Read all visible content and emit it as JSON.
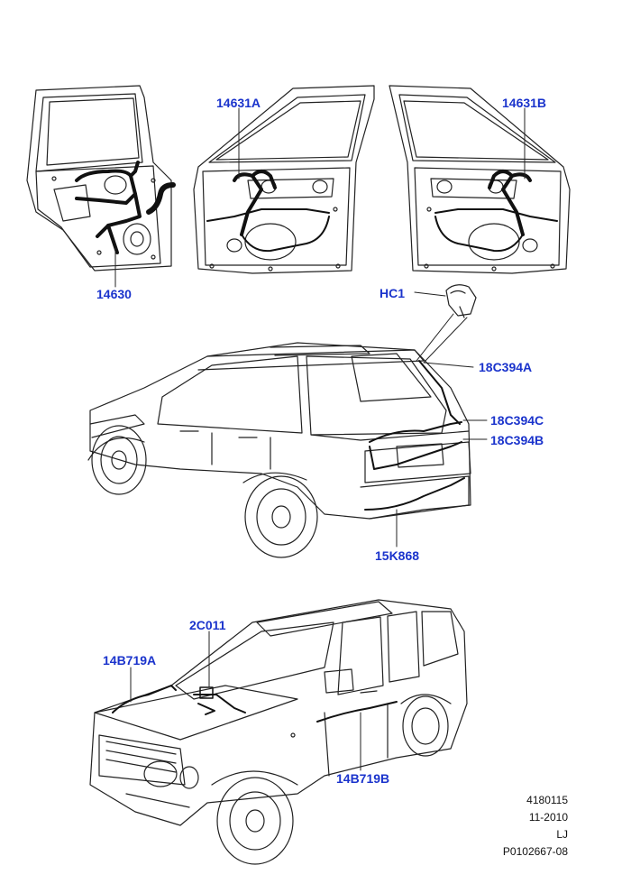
{
  "labels": {
    "p14630": "14630",
    "p14631a": "14631A",
    "p14631b": "14631B",
    "hc1": "HC1",
    "c18c394a": "18C394A",
    "c18c394c": "18C394C",
    "c18c394b": "18C394B",
    "k15k868": "15K868",
    "c2c011": "2C011",
    "h14b719a": "14B719A",
    "h14b719b": "14B719B"
  },
  "footer": {
    "line1": "4180115",
    "line2": "11-2010",
    "line3": "LJ",
    "line4": "P0102667-08"
  },
  "colors": {
    "label": "#1a33cc",
    "line": "#222222",
    "harness": "#111111"
  }
}
